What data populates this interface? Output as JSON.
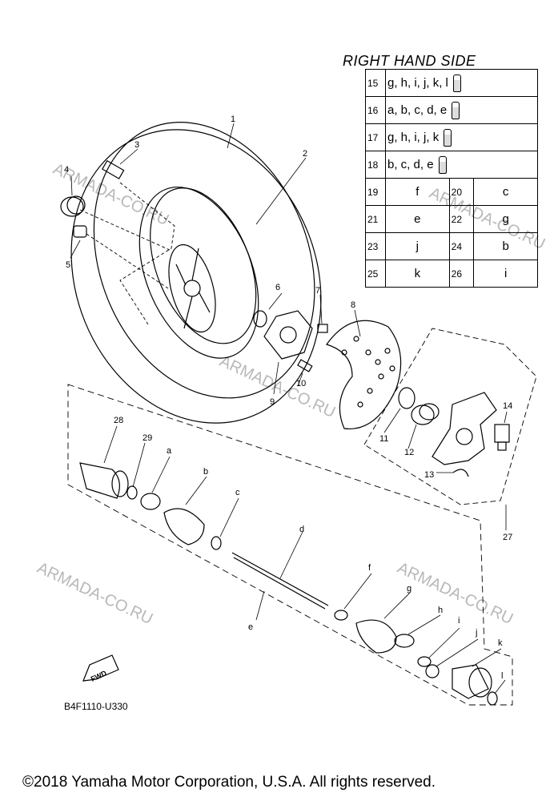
{
  "table_title": "RIGHT HAND SIDE",
  "table_rows_wide": [
    {
      "num": "15",
      "text": "g, h, i, j, k, l"
    },
    {
      "num": "16",
      "text": "a, b, c, d, e"
    },
    {
      "num": "17",
      "text": "g, h, i, j, k"
    },
    {
      "num": "18",
      "text": "b, c, d, e"
    }
  ],
  "table_rows_pairs": [
    {
      "n1": "19",
      "v1": "f",
      "n2": "20",
      "v2": "c"
    },
    {
      "n1": "21",
      "v1": "e",
      "n2": "22",
      "v2": "g"
    },
    {
      "n1": "23",
      "v1": "j",
      "n2": "24",
      "v2": "b"
    },
    {
      "n1": "25",
      "v1": "k",
      "n2": "26",
      "v2": "i"
    }
  ],
  "callouts": [
    "1",
    "2",
    "3",
    "4",
    "5",
    "6",
    "7",
    "8",
    "9",
    "10",
    "11",
    "12",
    "13",
    "14",
    "27",
    "28",
    "29",
    "a",
    "b",
    "c",
    "d",
    "e",
    "f",
    "g",
    "h",
    "i",
    "j",
    "k",
    "l"
  ],
  "watermark": "ARMADA-CO.RU",
  "fwd_label": "FWD",
  "diagram_code": "B4F1110-U330",
  "copyright": "©2018 Yamaha Motor Corporation, U.S.A. All rights reserved."
}
